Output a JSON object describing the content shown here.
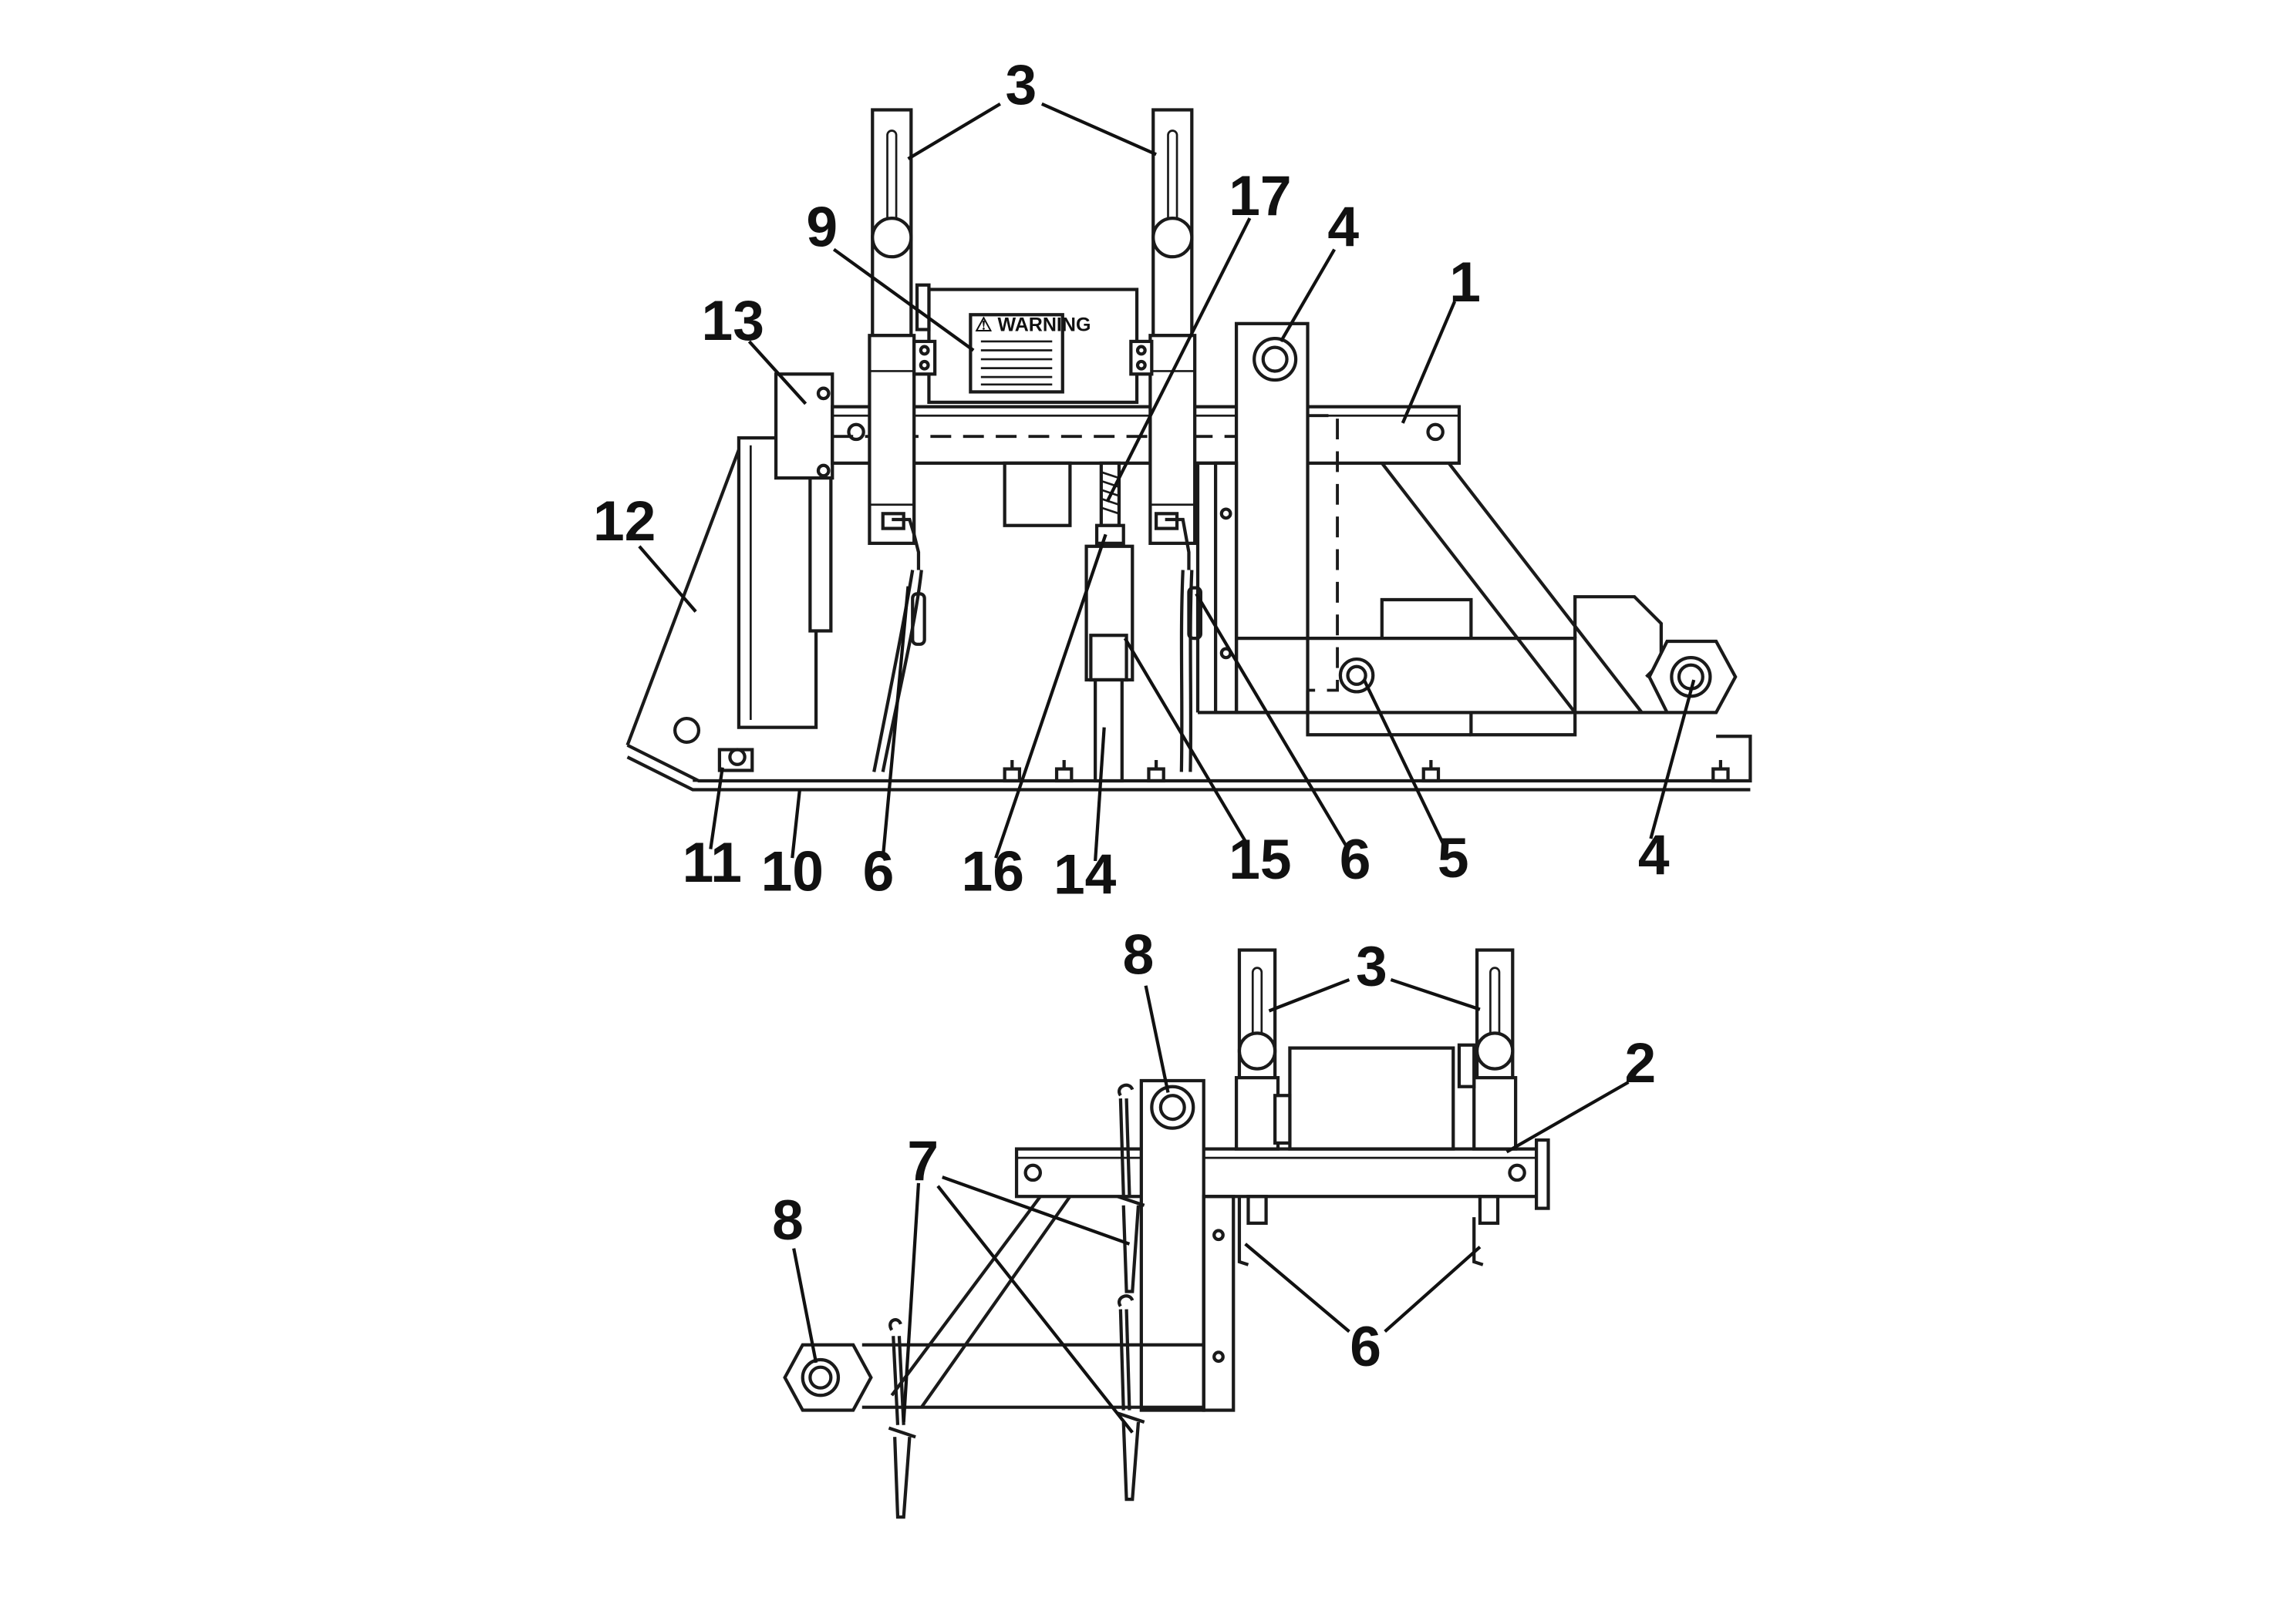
{
  "drawing": {
    "warning_label": "⚠ WARNING"
  },
  "callouts": [
    {
      "id": "c1",
      "text": "1"
    },
    {
      "id": "c2",
      "text": "2"
    },
    {
      "id": "c3a",
      "text": "3"
    },
    {
      "id": "c3b",
      "text": "3"
    },
    {
      "id": "c4a",
      "text": "4"
    },
    {
      "id": "c4b",
      "text": "4"
    },
    {
      "id": "c5",
      "text": "5"
    },
    {
      "id": "c6a",
      "text": "6"
    },
    {
      "id": "c6b",
      "text": "6"
    },
    {
      "id": "c6c",
      "text": "6"
    },
    {
      "id": "c7",
      "text": "7"
    },
    {
      "id": "c8a",
      "text": "8"
    },
    {
      "id": "c8b",
      "text": "8"
    },
    {
      "id": "c9",
      "text": "9"
    },
    {
      "id": "c10",
      "text": "10"
    },
    {
      "id": "c11",
      "text": "11"
    },
    {
      "id": "c12",
      "text": "12"
    },
    {
      "id": "c13",
      "text": "13"
    },
    {
      "id": "c14",
      "text": "14"
    },
    {
      "id": "c15",
      "text": "15"
    },
    {
      "id": "c16",
      "text": "16"
    },
    {
      "id": "c17",
      "text": "17"
    }
  ]
}
